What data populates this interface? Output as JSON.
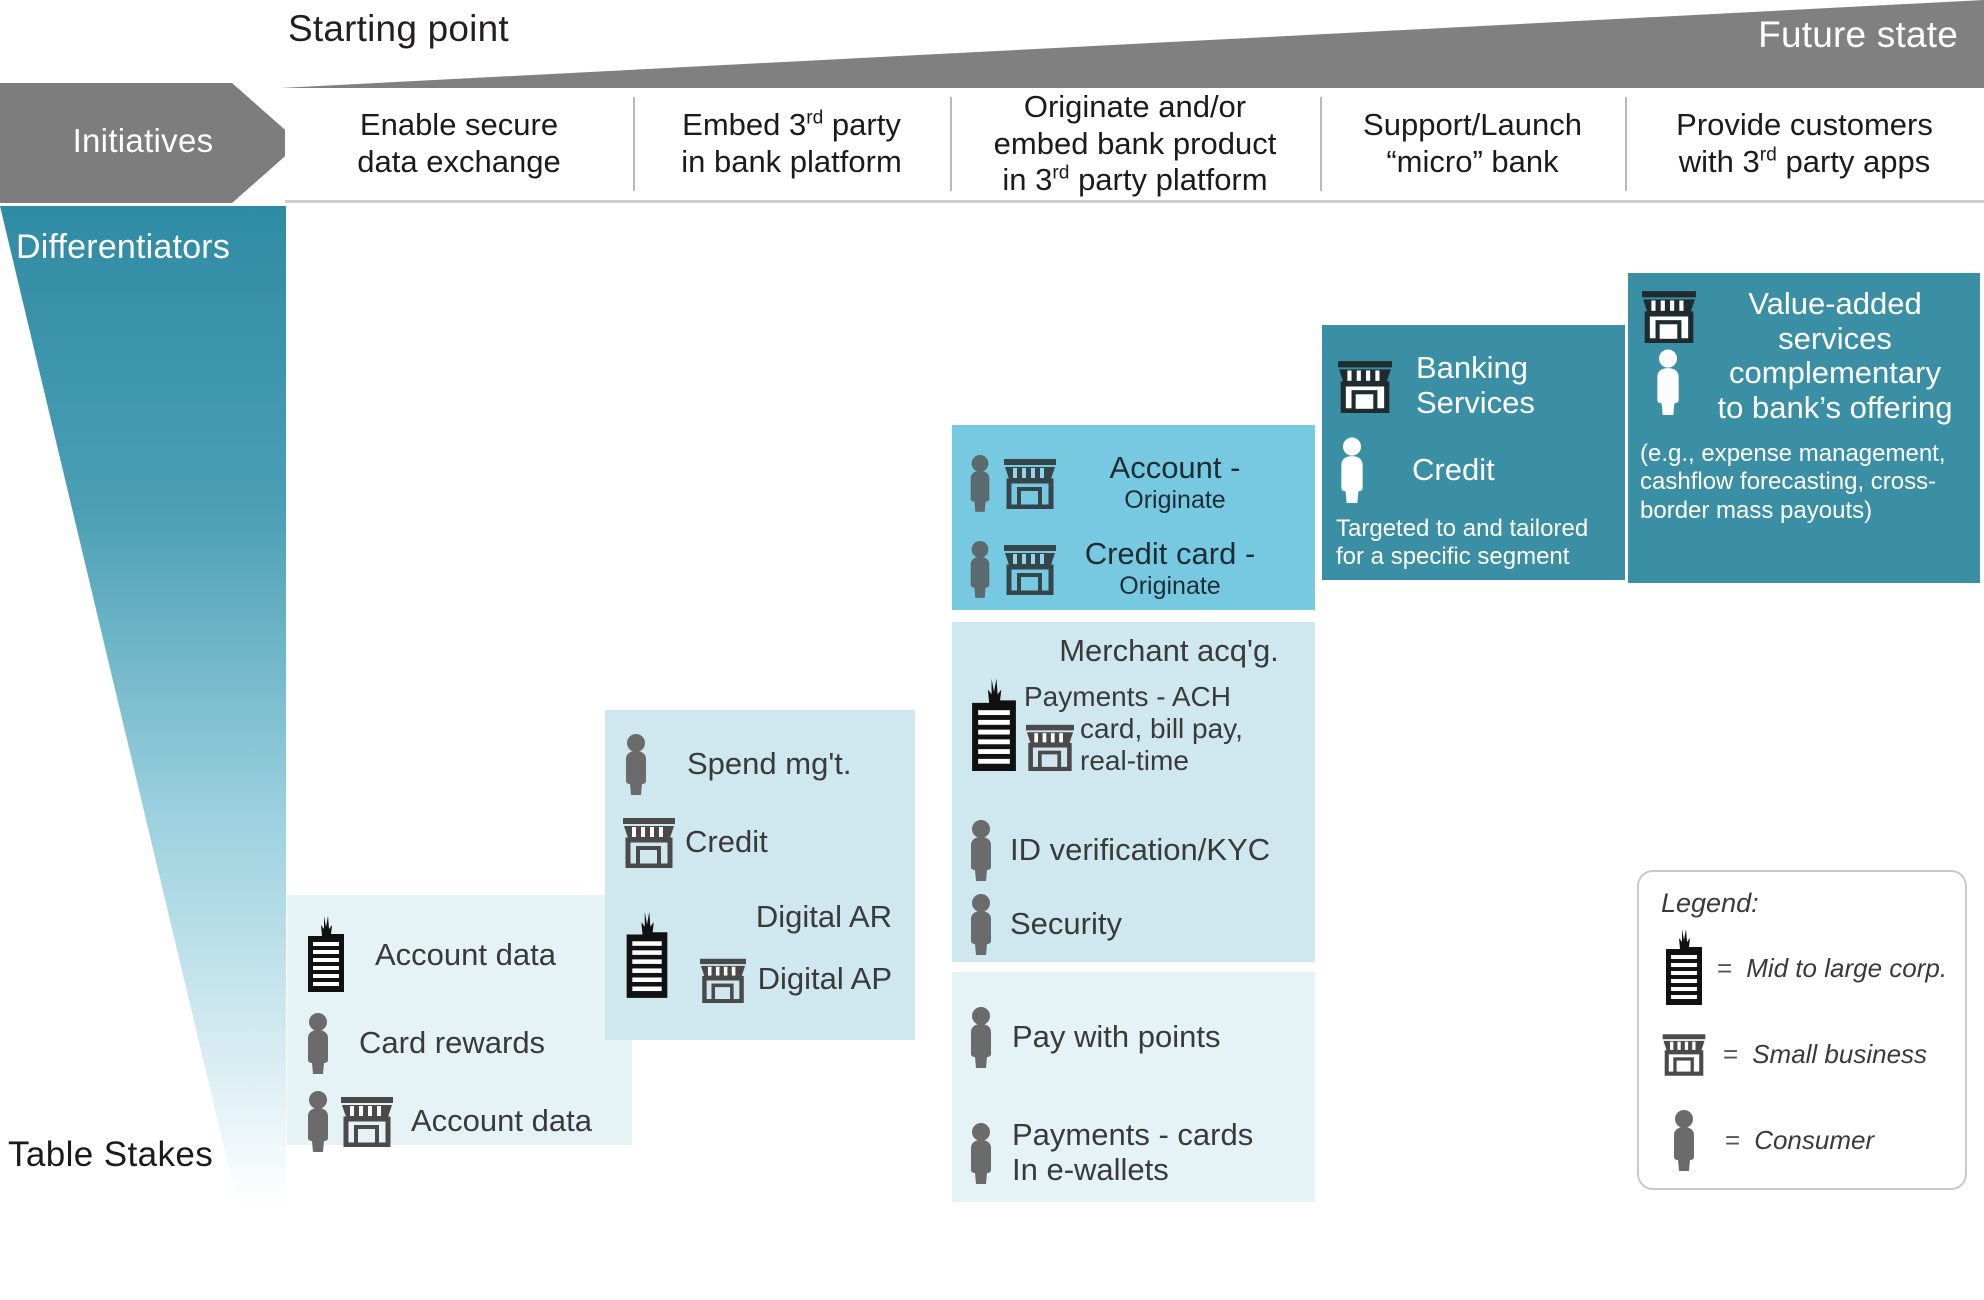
{
  "banner": {
    "starting_point": "Starting point",
    "future_state": "Future state"
  },
  "axes": {
    "initiatives": "Initiatives",
    "differentiators": "Differentiators",
    "table_stakes": "Table Stakes"
  },
  "columns": [
    {
      "id": "enable-secure-data-exchange",
      "line1": "Enable secure",
      "line2": "data exchange"
    },
    {
      "id": "embed-3rd-party-in-bank-platform",
      "line1": "Embed 3rd party",
      "line2": "in bank platform"
    },
    {
      "id": "originate-embed-bank-product",
      "line1": "Originate and/or",
      "line2": "embed bank product",
      "line3": "in 3rd party platform"
    },
    {
      "id": "support-launch-micro-bank",
      "line1": "Support/Launch",
      "line2": "“micro” bank"
    },
    {
      "id": "provide-customers-3rd-party-apps",
      "line1": "Provide customers",
      "line2": "with 3rd party apps"
    }
  ],
  "boxes": {
    "col1": {
      "items": [
        {
          "icons": [
            "corp"
          ],
          "label": "Account data"
        },
        {
          "icons": [
            "consumer"
          ],
          "label": "Card rewards"
        },
        {
          "icons": [
            "consumer",
            "smallbiz"
          ],
          "label": "Account data"
        }
      ]
    },
    "col2": {
      "items": [
        {
          "icons": [
            "consumer"
          ],
          "label": "Spend mg't."
        },
        {
          "icons": [
            "smallbiz"
          ],
          "label": "Credit"
        },
        {
          "icons": [
            "corp"
          ],
          "label": "Digital AR"
        },
        {
          "icons": [
            "smallbiz"
          ],
          "label": "Digital AP"
        }
      ]
    },
    "col3_top": {
      "items": [
        {
          "icons": [
            "consumer",
            "smallbiz"
          ],
          "label": "Account -",
          "sub": "Originate"
        },
        {
          "icons": [
            "consumer",
            "smallbiz"
          ],
          "label": "Credit card -",
          "sub": "Originate"
        }
      ]
    },
    "col3_mid": {
      "heading": "Merchant acq'g.",
      "payments_line1": "Payments - ACH",
      "payments_line2": "card, bill pay,",
      "payments_line3": "real-time",
      "items": [
        {
          "icons": [
            "consumer"
          ],
          "label": "ID verification/KYC"
        },
        {
          "icons": [
            "consumer"
          ],
          "label": "Security"
        }
      ]
    },
    "col3_bot": {
      "items": [
        {
          "icons": [
            "consumer"
          ],
          "label": "Pay with points"
        },
        {
          "icons": [
            "consumer"
          ],
          "label": "Payments - cards\nIn e-wallets"
        }
      ]
    },
    "col4": {
      "items": [
        {
          "icons": [
            "smallbiz"
          ],
          "label": "Banking\nServices"
        },
        {
          "icons": [
            "consumer"
          ],
          "label": "Credit"
        }
      ],
      "note_line1": "Targeted to and tailored",
      "note_line2": "for a specific segment"
    },
    "col5": {
      "title_line1": "Value-added",
      "title_line2": "services",
      "title_line3": "complementary",
      "title_line4": "to bank’s offering",
      "note_line1": "(e.g., expense management,",
      "note_line2": "cashflow forecasting, cross-",
      "note_line3": "border mass payouts)"
    }
  },
  "legend": {
    "title": "Legend:",
    "items": [
      {
        "icon": "corp",
        "eq": "=",
        "label": "Mid to large corp."
      },
      {
        "icon": "smallbiz",
        "eq": "=",
        "label": "Small business"
      },
      {
        "icon": "consumer",
        "eq": "=",
        "label": "Consumer"
      }
    ]
  },
  "colors": {
    "grey_banner": "#808080",
    "teal_dark": "#3a8fa4",
    "teal_mid": "#77c9e2",
    "teal_pale": "#cfe7ef",
    "teal_vpale": "#e6f3f6"
  }
}
